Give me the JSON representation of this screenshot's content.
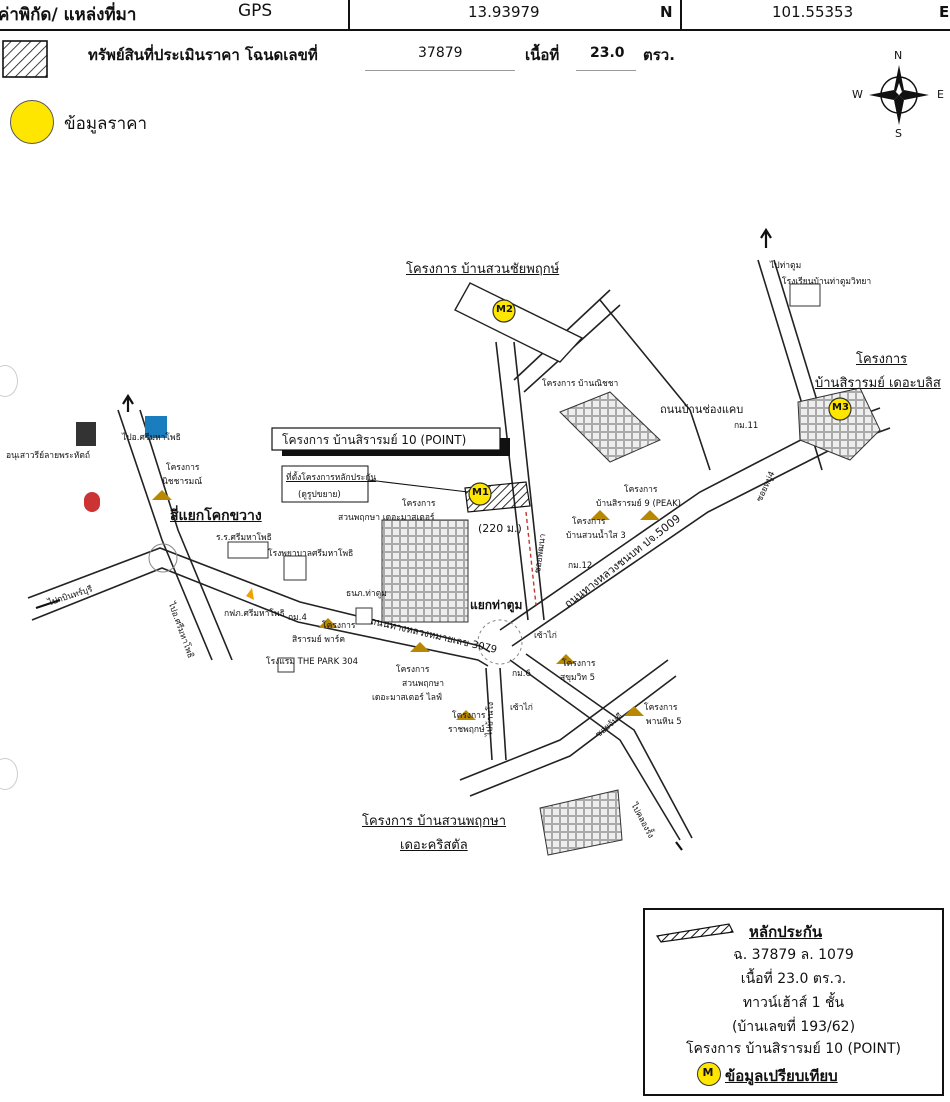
{
  "header": {
    "coord_label": "ค่าพิกัด/ แหล่งที่มา",
    "source": "GPS",
    "lat": "13.93979",
    "lat_dir": "N",
    "lon": "101.55353",
    "lon_dir": "E",
    "property_label": "ทรัพย์สินที่ประเมินราคา โฉนดเลขที่",
    "deed_no": "37879",
    "area_label": "เนื้อที่",
    "area_value": "23.0",
    "area_unit": "ตรว.",
    "price_info_label": "ข้อมูลราคา"
  },
  "compass": {
    "n": "N",
    "s": "S",
    "e": "E",
    "w": "W"
  },
  "map": {
    "title_point": "โครงการ บ้านสิรารมย์ 10 (POINT)",
    "collateral_loc": "ที่ตั้งโครงการหลักประกัน",
    "enlarge": "(ดูรูปขยาย)",
    "distance": "(220 ม.)",
    "m1": "M1",
    "m2": "M2",
    "m3": "M3",
    "proj_chaiyapruk": "โครงการ บ้านสวนชัยพฤกษ์",
    "proj_nicha": "โครงการ บ้านณิชชา",
    "road_chongkhae": "ถนนบ้านช่องแคบ",
    "proj_sirarom_bliss_1": "โครงการ",
    "proj_sirarom_bliss_2": "บ้านสิรารมย์ เดอะบลิส",
    "school": "โรงเรียนบ้านท่าตูมวิทยา",
    "to_thatum": "ไปท่าตูม",
    "km11": "กม.11",
    "monument": "อนุเสาวรีย์ลายพระหัตถ์",
    "to_srimaha_top": "ไปอ.ศรีมหาโพธิ",
    "proj_nitcharam_1": "โครงการ",
    "proj_nitcharam_2": "นิชชารมณ์",
    "proj_suanpruksa_1": "โครงการ",
    "proj_suanpruksa_2": "สวนพฤกษา เดอะมาสเตอร์",
    "proj_peak_1": "โครงการ",
    "proj_peak_2": "บ้านสิรารมย์ 9 (PEAK)",
    "proj_suannamsai_1": "โครงการ",
    "proj_suannamsai_2": "บ้านสวนน้ำใส 3",
    "km12": "กม.12",
    "soi_pattana": "ซอยพัฒนา",
    "road_5009": "ถนนทางหลวงชนบท ปจ.5009",
    "soi_moo4": "ซอยหมู่4",
    "intersection_kokkwang": "สี่แยกโคกขวาง",
    "school_srimaha": "ร.ร.ศรีมหาโพธิ",
    "hospital": "โรงพยาบาลศรีมหาโพธิ",
    "bank": "ธนภ.ท่าตูม",
    "to_kabinburi": "ไปกบินทร์บุรี",
    "to_srimaha_bottom": "ไปอ.ศรีมหาโพธิ",
    "electricity": "กฟภ.ศรีมหาโพธิ",
    "km4": "กม.4",
    "proj_park_1": "โครงการ",
    "proj_park_2": "สิรารมย์ พาร์ค",
    "hotel": "โรงแรม THE PARK 304",
    "road_3079": "ถนนทางหลวงหมายเลข 3079",
    "intersection_thatum": "แยกท่าตูม",
    "seven_1": "เซ้าไก่",
    "km6": "กม.6",
    "proj_sukhumvit_1": "โครงการ",
    "proj_sukhumvit_2": "สุขุมวิท 5",
    "proj_mastervillage_1": "โครงการ",
    "proj_mastervillage_2": "สวนพฤกษา",
    "proj_mastervillage_3": "เดอะมาสเตอร์ ไลฟ์",
    "proj_rachapruk_1": "โครงการ",
    "proj_rachapruk_2": "ราชพฤกษ์",
    "to_banglang": "ไปบ้านโง",
    "seven_2": "เซ้าไก่",
    "soi_chan": "ซอยจันดี",
    "proj_panhom_1": "โครงการ",
    "proj_panhom_2": "พานหิน 5",
    "proj_crystal_1": "โครงการ บ้านสวนพฤกษา",
    "proj_crystal_2": "เดอะคริสตัล",
    "to_khlong": "ไปคลองรั้ง"
  },
  "legend": {
    "collateral": "หลักประกัน",
    "deed_line": "ฉ. 37879 ล. 1079",
    "area_line": "เนื้อที่ 23.0 ตร.ว.",
    "type_line": "ทาวน์เฮ้าส์ 1 ชั้น",
    "house_no": "(บ้านเลขที่ 193/62)",
    "project": "โครงการ บ้านสิรารมย์ 10 (POINT)",
    "m_symbol": "M",
    "compare": "ข้อมูลเปรียบเทียบ"
  },
  "colors": {
    "marker": "#ffe600",
    "line": "#111111",
    "dashed": "#c0392b"
  }
}
